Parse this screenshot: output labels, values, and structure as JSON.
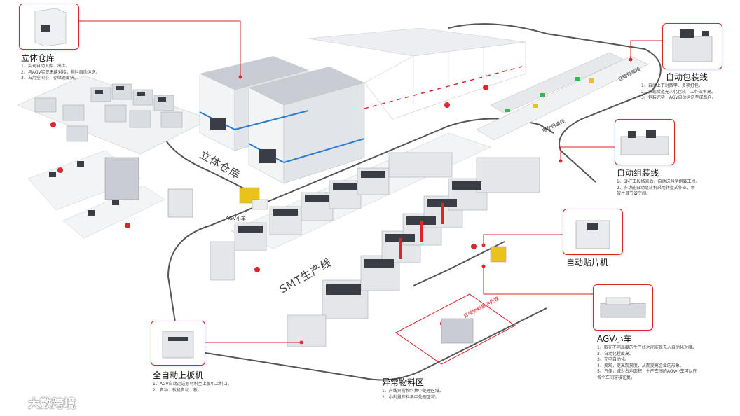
{
  "colors": {
    "accent": "#d8262d",
    "floor_path": "#555555",
    "machine": "#e4e6ea",
    "machine_dark": "#3a3d44",
    "blue_stripe": "#2a7bd0",
    "green": "#2bbd4e"
  },
  "callouts": {
    "warehouse": {
      "title": "立体仓库",
      "lines": [
        "1、实现自动入库、出库。",
        "2、与AGV实现无缝对接，物料自动运送。",
        "3、占用空间小，存储速度快。"
      ]
    },
    "packaging": {
      "title": "自动包装线",
      "lines": [
        "1、自动上下封散甲、多项打包。",
        "2、实现后道无人化包装，工作效率高。",
        "3、包装完毕，AGV自动运送至成品仓。"
      ]
    },
    "assembly": {
      "title": "自动组装线",
      "lines": [
        "1、SMT工段结束后，自动送料至组装工段。",
        "2、多功能自动组装机采用转盘式作业，新",
        "   效并且节省空间。"
      ]
    },
    "mounter": {
      "title": "自动贴片机",
      "lines": []
    },
    "agv": {
      "title": "AGV小车",
      "lines": [
        "1、取在不同高度的生产线之间实现无人自动化对接。",
        "2、自动化程度高。",
        "3、充电自动化。",
        "4、美观，提高观赏度，从而提高企业的形象。",
        "5、方便，减少占地面积；生产车间的AGV小车可以在",
        "   各个车间穿梭往复。"
      ]
    },
    "loader": {
      "title": "全自动上板机",
      "lines": [
        "1、AGV自动运送原材料至上板机上料口。",
        "2、自动上板机自动上板。"
      ]
    },
    "abnormal": {
      "title": "异常物料区",
      "lines": [
        "1、产线异常物料集中处理区域。",
        "2、小批量棕料集中处理区域。"
      ]
    }
  },
  "floor_labels": {
    "warehouse": "立体仓库",
    "smt": "SMT生产线",
    "agv_small": "AGV小车",
    "packaging_line": "自动包装线",
    "assembly_line": "自动组装线",
    "abnormal_zone": "异常物料集中处理"
  },
  "watermark": "大数跨境"
}
